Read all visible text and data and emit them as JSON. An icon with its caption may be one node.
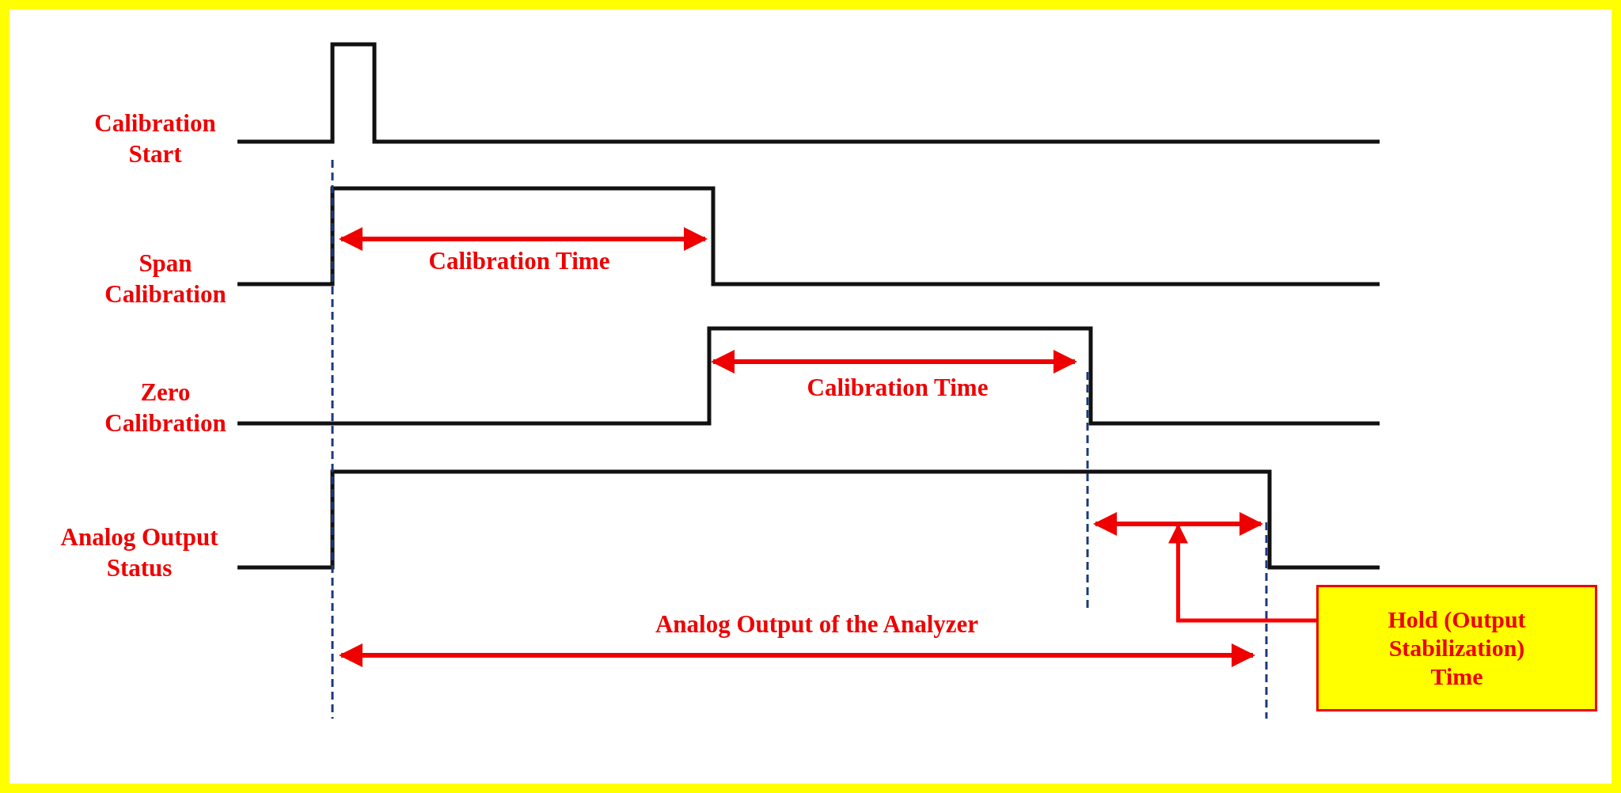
{
  "diagram": {
    "nodes": [
      {
        "text": [
          "Hold (Output Stabilization) Time"
        ]
      },
      {
        "text": [],
        "shape": "arrow"
      }
    ],
    "edges": [
      {
        "from": 0,
        "to": 1,
        "arrow": "to",
        "color": "#ff0000"
      }
    ],
    "labels": [
      "Calibration Start",
      "Span Calibration",
      "Calibration Time",
      "Zero Calibration",
      "Calibration Time",
      "Analog Output Status",
      "Analog Output of the Analyzer"
    ]
  }
}
